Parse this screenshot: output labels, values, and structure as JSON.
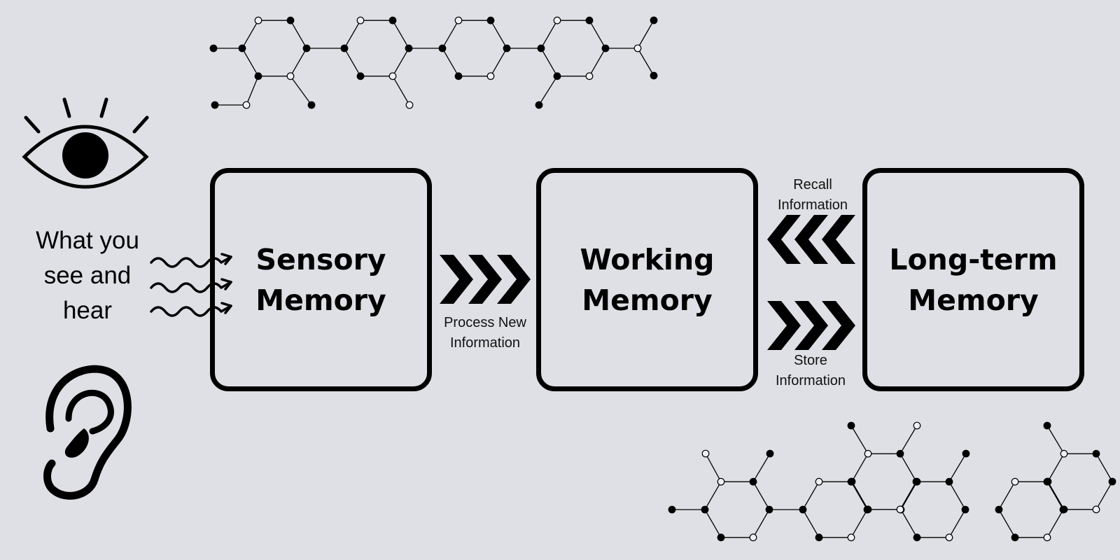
{
  "input": {
    "label": "What you\nsee and\nhear"
  },
  "boxes": [
    {
      "id": "sensory",
      "title": "Sensory\nMemory"
    },
    {
      "id": "working",
      "title": "Working\nMemory"
    },
    {
      "id": "longterm",
      "title": "Long-term\nMemory"
    }
  ],
  "arrows": {
    "process": "Process New\nInformation",
    "recall": "Recall\nInformation",
    "store": "Store\nInformation"
  },
  "icons": {
    "eye": "eye-icon",
    "ear": "ear-icon",
    "waves": "sound-wave-icon",
    "molecule": "molecule-network-icon"
  },
  "colors": {
    "background": "#dfe0e5",
    "ink": "#000000"
  }
}
